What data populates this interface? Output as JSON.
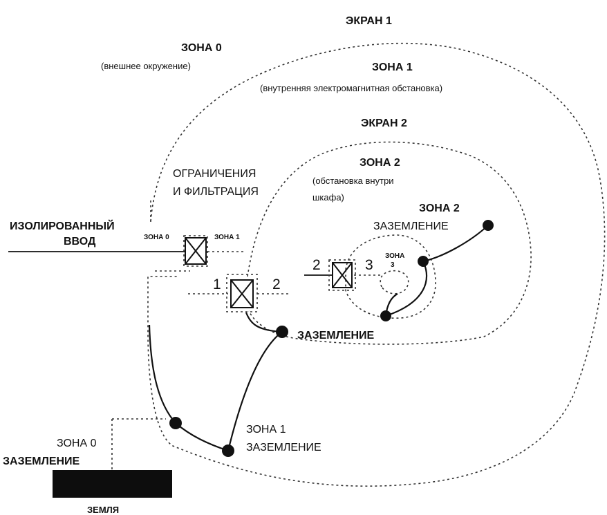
{
  "labels": {
    "screen1": "ЭКРАН 1",
    "zone0_title": "ЗОНА 0",
    "zone0_desc": "(внешнее окружение)",
    "zone1_title": "ЗОНА 1",
    "zone1_desc": "(внутренняя электромагнитная обстановка)",
    "screen2": "ЭКРАН 2",
    "limit_line1": "ОГРАНИЧЕНИЯ",
    "limit_line2": "И ФИЛЬТРАЦИЯ",
    "zone2_title": "ЗОНА 2",
    "zone2_desc_line1": "(обстановка внутри",
    "zone2_desc_line2": "шкафа)",
    "isolated_line1": "ИЗОЛИРОВАННЫЙ",
    "isolated_line2": "ВВОД",
    "filter1_left": "ЗОНА 0",
    "filter1_right": "ЗОНА 1",
    "zone2_ground_line1": "ЗОНА 2",
    "zone2_ground_line2": "ЗАЗЕМЛЕНИЕ",
    "filter2_left": "1",
    "filter2_right": "2",
    "filter3_left": "2",
    "filter3_right": "3",
    "zone3_title": "ЗОНА",
    "zone3_number": "3",
    "grounding": "ЗАЗЕМЛЕНИЕ",
    "zone1_ground_line1": "ЗОНА 1",
    "zone1_ground_line2": "ЗАЗЕМЛЕНИЕ",
    "zone0_ground_line1": "ЗОНА 0",
    "zone0_ground_line2": "ЗАЗЕМЛЕНИЕ",
    "earth": "ЗЕМЛЯ"
  },
  "icons": {
    "filter_symbol": "crossed-box",
    "ground_node": "filled-dot",
    "earth_block": "filled-rectangle"
  },
  "colors": {
    "ink": "#111111",
    "earth_block": "#0d0d0d",
    "background": "#ffffff"
  }
}
